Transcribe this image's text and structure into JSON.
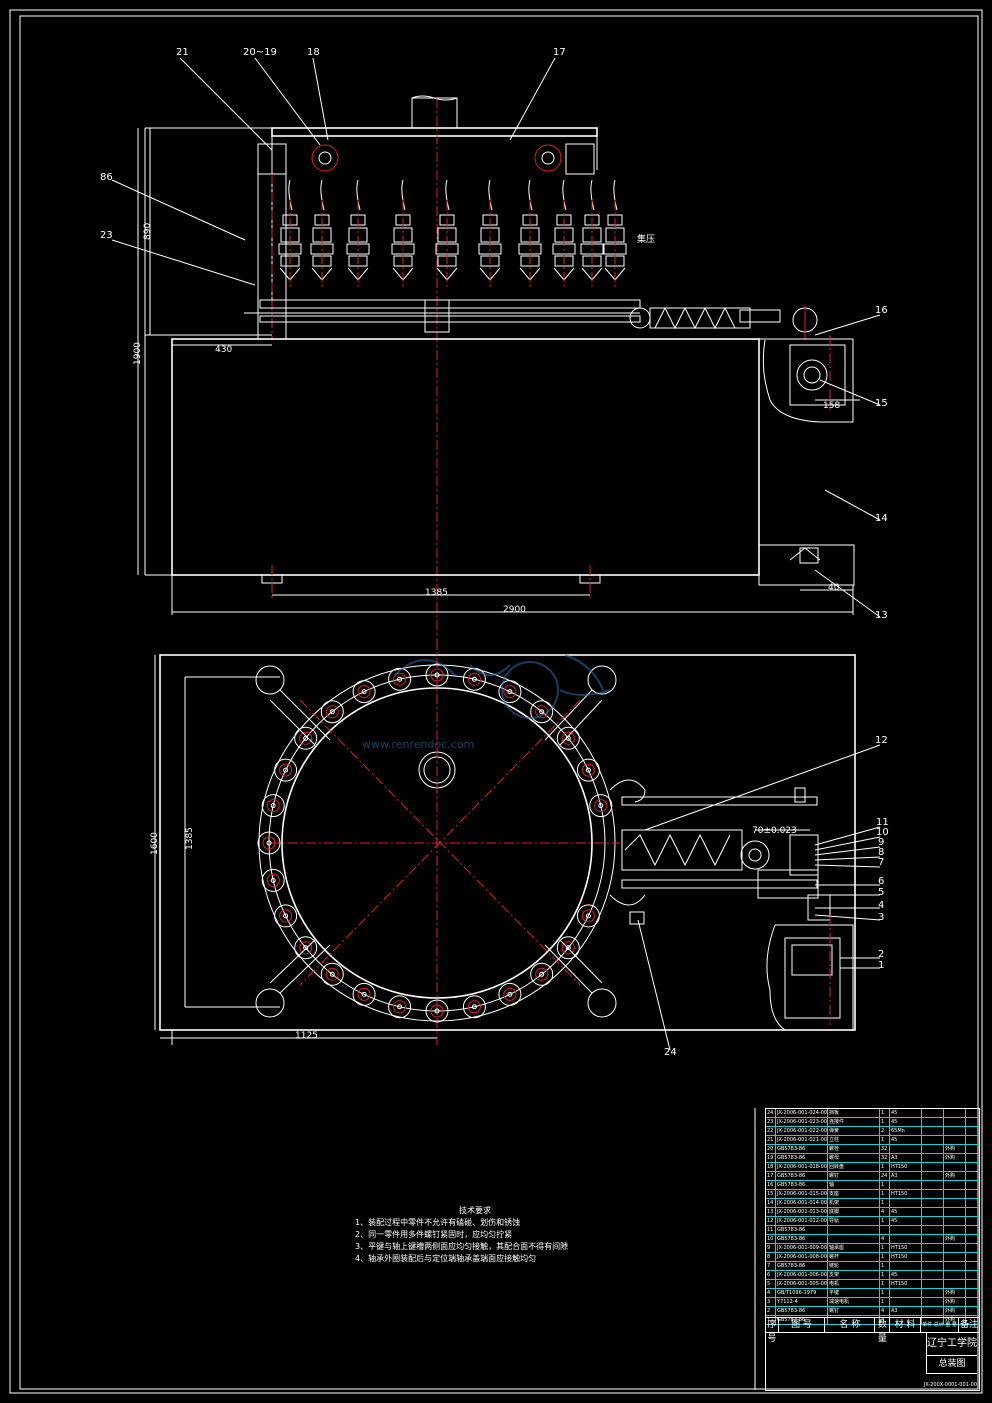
{
  "drawing": {
    "part_labels": [
      "21",
      "20~19",
      "18",
      "17",
      "86",
      "23",
      "16",
      "15",
      "14",
      "13",
      "12",
      "11",
      "10",
      "9",
      "8",
      "7",
      "6",
      "5",
      "4",
      "3",
      "2",
      "1",
      "24"
    ],
    "side_labels": {
      "gas": "集压"
    },
    "dimensions": {
      "d890": "890",
      "d1900": "1900",
      "d430": "430",
      "d158": "158",
      "d1385_top": "1385",
      "d2900": "2900",
      "d40": "40",
      "d1600": "1600",
      "d1385_left": "1385",
      "d70": "70±0.023",
      "d1125": "1125"
    },
    "watermark": {
      "url": "www.renrendoc.com"
    }
  },
  "tech_req": {
    "title": "技术要求",
    "items": [
      "1、装配过程中零件不允许有磕碰、划伤和锈蚀",
      "2、同一零件用多件螺钉紧固时，应均匀拧紧",
      "3、平键与轴上键槽两侧面应均匀接触，其配合面不得有间隙",
      "4、轴承外圈装配后与定位端轴承盖端面应接触均匀"
    ]
  },
  "title_block": {
    "header": [
      "序号",
      "图 号",
      "名 称",
      "数量",
      "材 料",
      "单件 总计 重 量",
      "备注"
    ],
    "school": "辽宁工学院",
    "drawing_name": "总装图",
    "drawing_no": "JX-200X-0001-001-00"
  },
  "bom_rows": [
    [
      "24",
      "JX-2006-001-024-00-00",
      "挡板",
      "1",
      "45",
      "",
      ""
    ],
    [
      "23",
      "JX-2006-001-023-00-00",
      "连接件",
      "1",
      "45",
      "",
      ""
    ],
    [
      "22",
      "JX-2006-001-022-00-00",
      "弹簧",
      "2",
      "65Mn",
      "",
      ""
    ],
    [
      "21",
      "JX-2006-001-021-00-00",
      "立柱",
      "1",
      "45",
      "",
      ""
    ],
    [
      "20",
      "GB5783-86",
      "螺栓",
      "32",
      "",
      "",
      "外购"
    ],
    [
      "19",
      "GB5783-86",
      "螺母",
      "32",
      "A3",
      "",
      "外购"
    ],
    [
      "18",
      "JX-2006-001-018-00-00",
      "回转盘",
      "1",
      "HT150",
      "",
      ""
    ],
    [
      "17",
      "GB5783-86",
      "螺钉",
      "24",
      "A3",
      "",
      "外购"
    ],
    [
      "16",
      "GB5783-86",
      "轴",
      "1",
      "",
      "",
      ""
    ],
    [
      "15",
      "JX-2006-001-015-00-00",
      "支座",
      "1",
      "HT150",
      "",
      ""
    ],
    [
      "14",
      "JX-2006-001-014-00-00",
      "机架",
      "1",
      "",
      "",
      ""
    ],
    [
      "13",
      "JX-2006-001-013-00-00",
      "底脚",
      "4",
      "45",
      "",
      ""
    ],
    [
      "12",
      "JX-2006-001-012-00-00",
      "导轨",
      "1",
      "45",
      "",
      ""
    ],
    [
      "11",
      "GB5783-86",
      "",
      "",
      "",
      "",
      ""
    ],
    [
      "10",
      "GB5783-86",
      "",
      "4",
      "",
      "",
      "外购"
    ],
    [
      "9",
      "JX-2006-001-009-00-00",
      "轴承座",
      "1",
      "HT150",
      "",
      ""
    ],
    [
      "8",
      "JX-2006-001-008-00-00",
      "螺杆",
      "1",
      "HT150",
      "",
      ""
    ],
    [
      "7",
      "GB5783-86",
      "链轮",
      "1",
      "",
      "",
      ""
    ],
    [
      "6",
      "JX-2006-001-006-00-00",
      "支架",
      "1",
      "45",
      "",
      ""
    ],
    [
      "5",
      "JX-2006-001-005-00-00",
      "电机",
      "1",
      "HT150",
      "",
      ""
    ],
    [
      "4",
      "GB/T1096-1979",
      "平键",
      "1",
      "",
      "",
      "外购"
    ],
    [
      "3",
      "Y7112-4",
      "减速电机",
      "1",
      "",
      "",
      "外购"
    ],
    [
      "2",
      "GB5783-86",
      "螺钉",
      "4",
      "A3",
      "",
      "外购"
    ],
    [
      "1",
      "GB5783-86",
      "",
      "4",
      "",
      "",
      "外购"
    ]
  ]
}
